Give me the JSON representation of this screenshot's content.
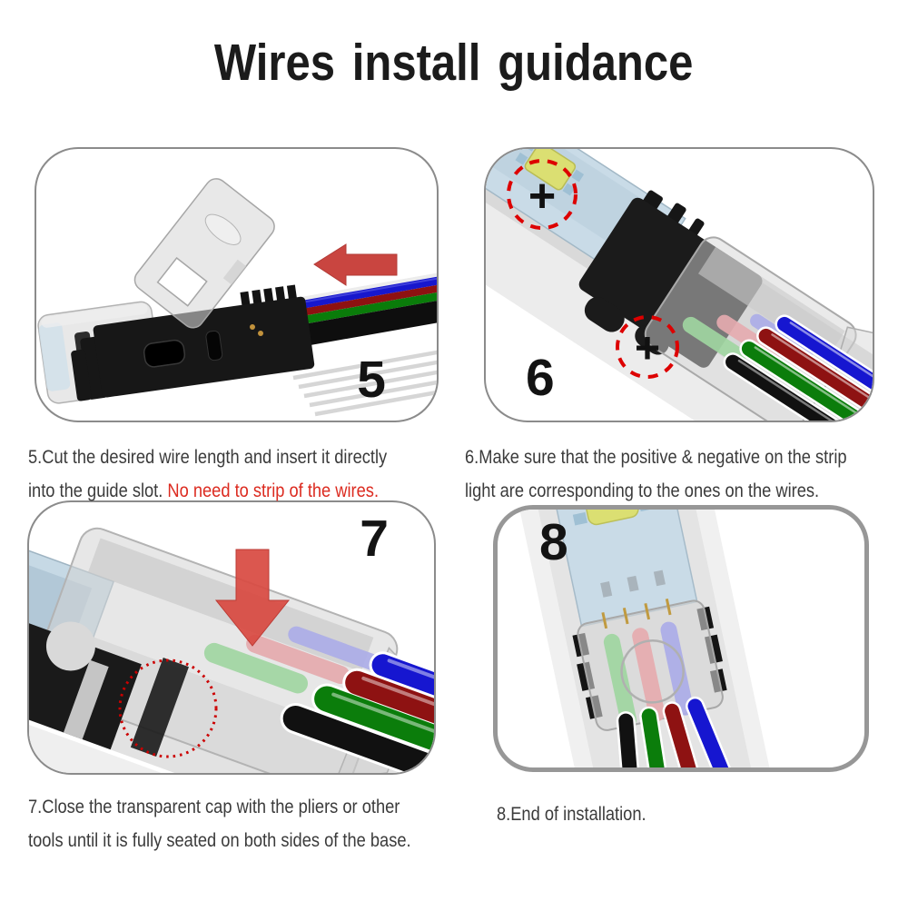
{
  "title": "Wires install guidance",
  "steps": [
    {
      "number": "5",
      "line1": "5.Cut the desired wire length and insert it directly",
      "line2": "into the guide slot. ",
      "line2_red": "No need to strip of the wires."
    },
    {
      "number": "6",
      "line1": "6.Make sure that the positive & negative on the strip",
      "line2": "light are corresponding to the ones on the wires.",
      "plus_top": "+",
      "plus_bottom": "+"
    },
    {
      "number": "7",
      "line1": "7.Close the transparent cap with the pliers or other",
      "line2": "tools until it is fully seated on both sides of the base."
    },
    {
      "number": "8",
      "line1": "8.End of installation."
    }
  ],
  "colors": {
    "wire_black": "#111111",
    "wire_green": "#0b7d0b",
    "wire_red": "#8e1212",
    "wire_blue": "#1616d0",
    "arrow_red": "#c94540",
    "annotation_red": "#dd0000",
    "caption_red": "#dc2b20",
    "caption_text": "#3b3b3b",
    "led_yellow": "#dbdf72",
    "strip_blue": "#c9dbe7",
    "housing_gray": "#d6d6d6"
  }
}
